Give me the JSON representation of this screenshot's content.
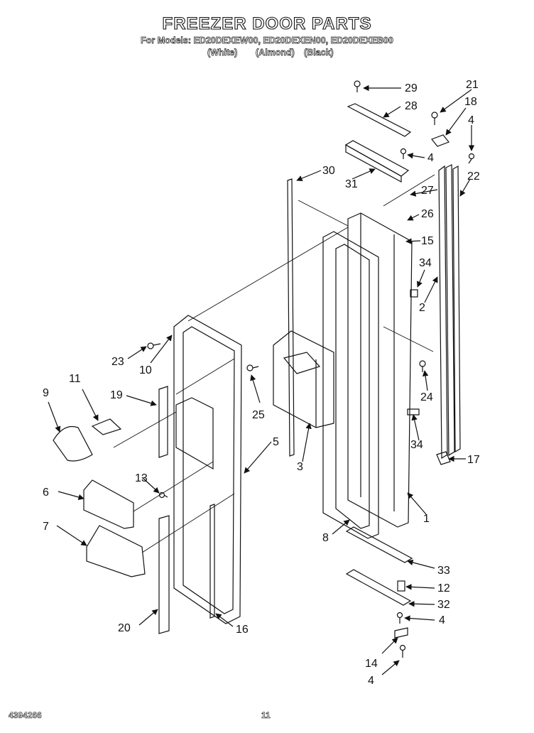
{
  "header": {
    "title": "FREEZER DOOR PARTS",
    "models_line": "For Models: ED20DEXEW00, ED20DEXEN00, ED20DEXEB00",
    "color_white": "(White)",
    "color_almond": "(Almond)",
    "color_black": "(Black)"
  },
  "footer": {
    "doc_number": "4394266",
    "page_number": "11"
  },
  "callouts": {
    "c29": "29",
    "c28": "28",
    "c21": "21",
    "c18": "18",
    "c4a": "4",
    "c4b": "4",
    "c30": "30",
    "c31": "31",
    "c22": "22",
    "c27": "27",
    "c26": "26",
    "c15": "15",
    "c34a": "34",
    "c2": "2",
    "c23": "23",
    "c10": "10",
    "c11": "11",
    "c9": "9",
    "c19": "19",
    "c25": "25",
    "c24": "24",
    "c5": "5",
    "c3": "3",
    "c34b": "34",
    "c17": "17",
    "c13": "13",
    "c6": "6",
    "c1": "1",
    "c7": "7",
    "c8": "8",
    "c33": "33",
    "c12": "12",
    "c32": "32",
    "c4c": "4",
    "c20": "20",
    "c16": "16",
    "c14": "14",
    "c4d": "4"
  }
}
